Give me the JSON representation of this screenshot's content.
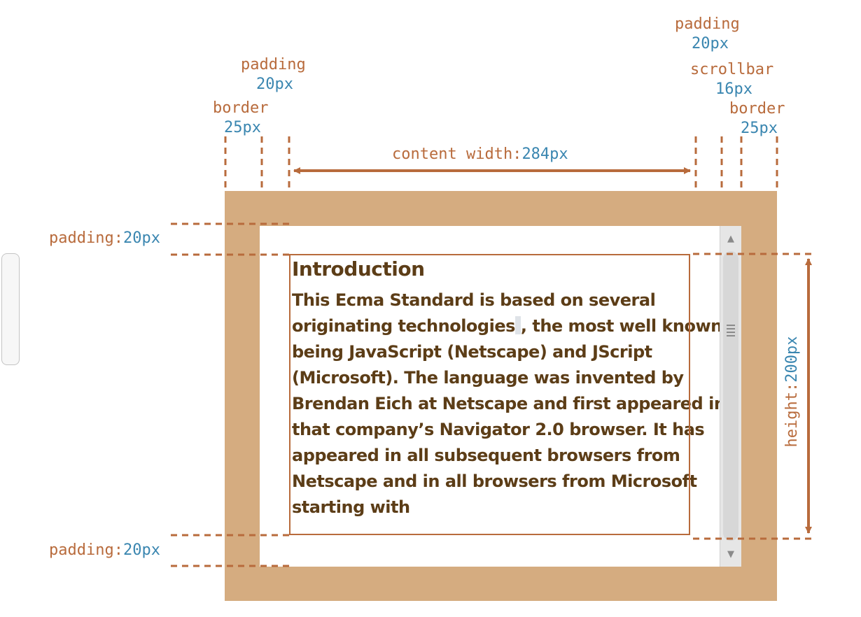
{
  "labels": {
    "border_left": {
      "name": "border",
      "value": "25px"
    },
    "padding_left": {
      "name": "padding",
      "value": "20px"
    },
    "content_width": {
      "name": "content width:",
      "value": "284px"
    },
    "padding_right": {
      "name": "padding",
      "value": "20px"
    },
    "scrollbar": {
      "name": "scrollbar",
      "value": "16px"
    },
    "border_right": {
      "name": "border",
      "value": "25px"
    },
    "padding_top": {
      "name": "padding:",
      "value": "20px"
    },
    "padding_bottom": {
      "name": "padding:",
      "value": "20px"
    },
    "height": {
      "name": "height:",
      "value": "200px"
    }
  },
  "content": {
    "heading": "Introduction",
    "paragraph_before": "This Ecma Standard is based on several originating technologies",
    "paragraph_after": ", the most well known being JavaScript (Netscape) and JScript (Microsoft). The language was invented by Brendan Eich at Netscape and first appeared in that company’s Navigator 2.0 browser. It has appeared in all subsequent browsers from Netscape and in all browsers from Microsoft starting with"
  },
  "colors": {
    "border_fill": "#d5ac80",
    "annotation": "#b86b3c",
    "value": "#3a86b0",
    "text": "#5c3d17"
  },
  "icons": {
    "scroll_up": "▲",
    "scroll_down": "▼"
  }
}
